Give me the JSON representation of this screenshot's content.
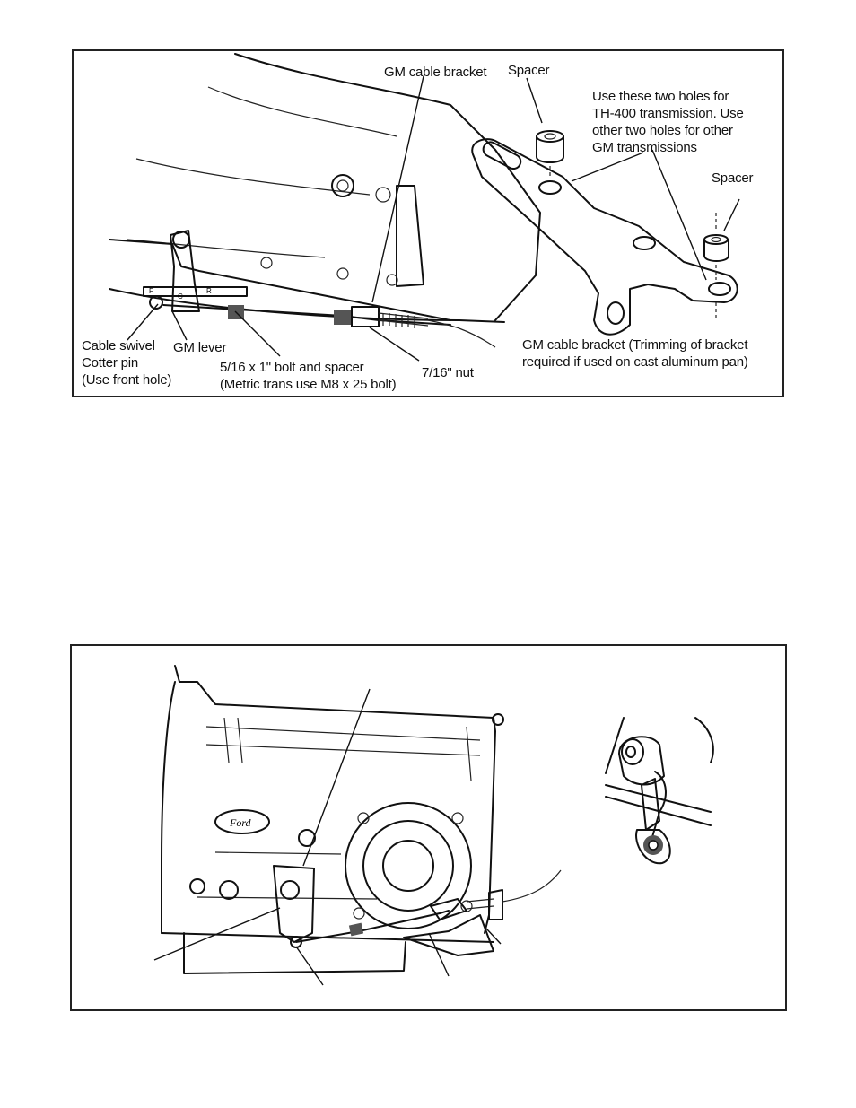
{
  "figure_top": {
    "labels": {
      "gm_cable_bracket": "GM cable bracket",
      "spacer_top": "Spacer",
      "holes_note": [
        "Use these two holes for",
        "TH-400 transmission. Use",
        "other two holes for other",
        "GM transmissions"
      ],
      "spacer_right": "Spacer",
      "cable_swivel": [
        "Cable swivel",
        "Cotter pin",
        "(Use front hole)"
      ],
      "gm_lever": "GM lever",
      "bolt_spacer": [
        "5/16 x 1\" bolt and spacer",
        "(Metric trans use M8 x 25 bolt)"
      ],
      "nut": "7/16\" nut",
      "bracket_trim": [
        "GM cable bracket (Trimming of bracket",
        "required if used on cast aluminum pan)"
      ]
    },
    "lever_letters": [
      "F",
      "C",
      "R"
    ]
  },
  "figure_bottom": {
    "emblem_text": "Ford"
  }
}
